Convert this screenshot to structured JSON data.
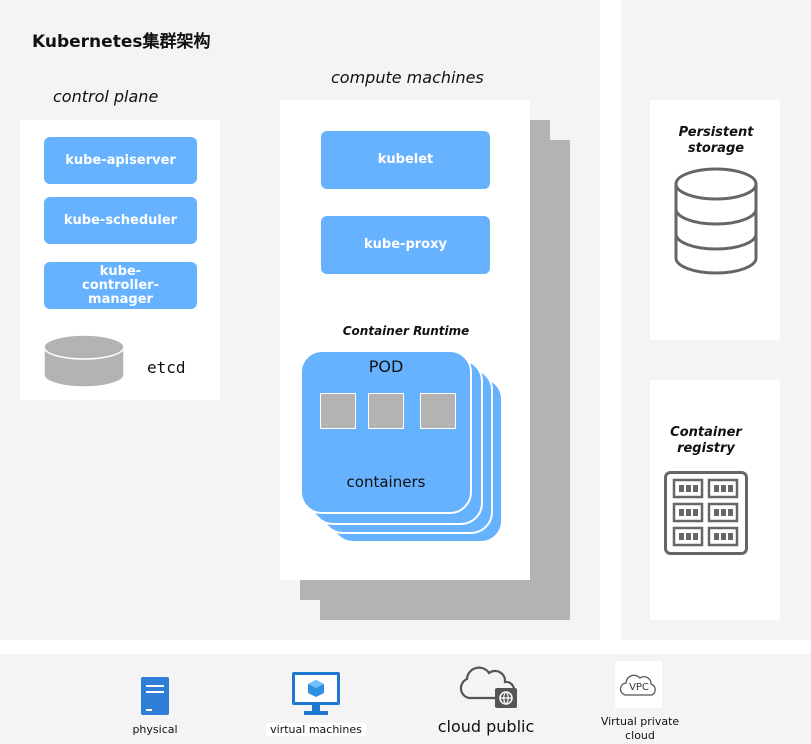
{
  "title": "Kubernetes集群架构",
  "control_plane": {
    "label": "control plane",
    "components": [
      "kube-apiserver",
      "kube-scheduler",
      "kube-controller-manager"
    ],
    "etcd_label": "etcd"
  },
  "compute": {
    "label": "compute machines",
    "kubelet": "kubelet",
    "kube_proxy": "kube-proxy",
    "runtime_label": "Container Runtime",
    "pod_label": "POD",
    "containers_label": "containers"
  },
  "storage": {
    "label": "Persistent storage"
  },
  "registry": {
    "label": "Container registry"
  },
  "infrastructure": {
    "physical": "physical",
    "virtual_machines": "virtual machines",
    "cloud_public": "cloud public",
    "vpc_icon_text": "VPC",
    "vpc": "Virtual private cloud"
  },
  "colors": {
    "component_blue": "#66b2ff",
    "panel_gray": "#f4f4f4",
    "shadow_gray": "#b3b3b3"
  }
}
